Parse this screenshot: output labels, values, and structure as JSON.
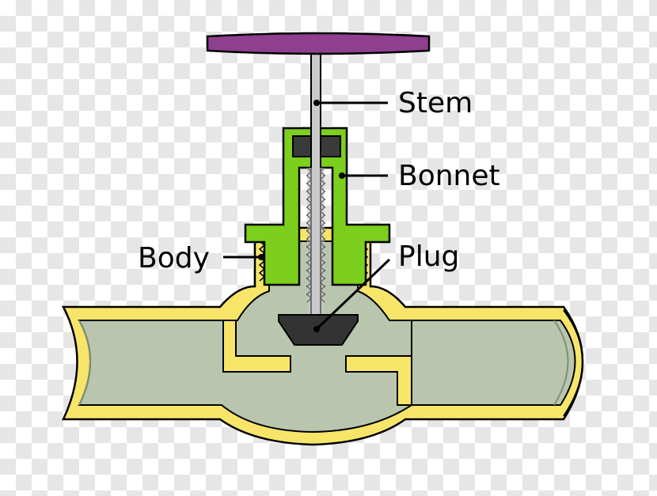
{
  "diagram": {
    "labels": {
      "stem": "Stem",
      "bonnet": "Bonnet",
      "body": "Body",
      "plug": "Plug"
    }
  },
  "colors": {
    "handwheel": "#8e3f8e",
    "bonnet": "#7ccf1d",
    "body": "#f7e56a",
    "fluid": "#b9c6ad",
    "stem": "#c9c9c9",
    "plug": "#333333",
    "outline": "#000000"
  }
}
